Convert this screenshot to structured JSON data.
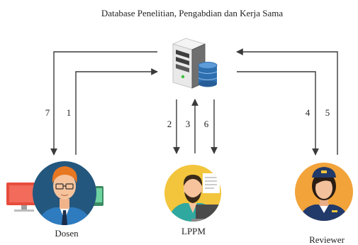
{
  "diagram": {
    "title": "Database Penelitian, Pengabdian dan Kerja Sama",
    "nodes": {
      "server": {
        "icon": "database-server-icon"
      },
      "dosen": {
        "label": "Dosen",
        "icon": "lecturer-avatar-icon"
      },
      "lppm": {
        "label": "LPPM",
        "icon": "lppm-staff-avatar-icon"
      },
      "reviewer": {
        "label": "Reviewer",
        "icon": "reviewer-avatar-icon"
      }
    },
    "flows": [
      {
        "number": "1",
        "from": "Dosen",
        "to": "Database"
      },
      {
        "number": "7",
        "from": "Database",
        "to": "Dosen"
      },
      {
        "number": "2",
        "from": "Database",
        "to": "LPPM"
      },
      {
        "number": "3",
        "from": "LPPM",
        "to": "Database"
      },
      {
        "number": "6",
        "from": "Database",
        "to": "LPPM"
      },
      {
        "number": "4",
        "from": "Database",
        "to": "Reviewer"
      },
      {
        "number": "5",
        "from": "Reviewer",
        "to": "Database"
      }
    ]
  }
}
